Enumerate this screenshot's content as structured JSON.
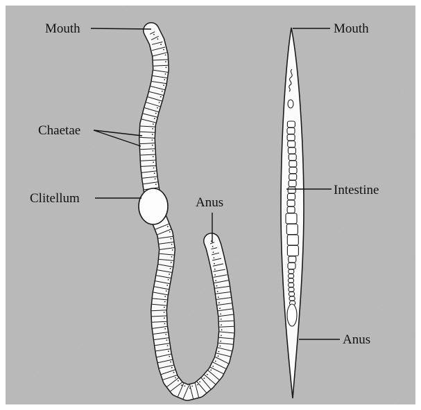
{
  "colors": {
    "background": "#b9b9b9",
    "frame": "#ffffff",
    "body_fill": "#fafafa",
    "ink": "#111111"
  },
  "labels": {
    "earthworm": {
      "mouth": "Mouth",
      "chaetae": "Chaetae",
      "clitellum": "Clitellum",
      "anus": "Anus"
    },
    "roundworm": {
      "mouth": "Mouth",
      "intestine": "Intestine",
      "anus": "Anus"
    }
  }
}
